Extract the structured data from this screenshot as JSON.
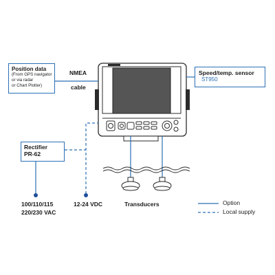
{
  "position_data": {
    "title": "Position data",
    "lines": [
      "(From GPS navigator",
      "or via radar",
      "or Chart Plotter)"
    ]
  },
  "nmea": {
    "line1": "NMEA",
    "line2": "cable"
  },
  "speed_sensor": {
    "title": "Speed/temp. sensor",
    "model": "ST950"
  },
  "rectifier": {
    "line1": "Rectifier",
    "line2": "PR-62"
  },
  "power": {
    "ac_line1": "100/110/115",
    "ac_line2": "220/230 VAC",
    "dc": "12-24 VDC"
  },
  "transducers": "Transducers",
  "legend": {
    "option": "Option",
    "local_supply": "Local supply"
  },
  "colors": {
    "accent": "#2a6fb5",
    "dot": "#1f4f9a",
    "unit": "#2b2b2b",
    "screen": "#555555"
  }
}
